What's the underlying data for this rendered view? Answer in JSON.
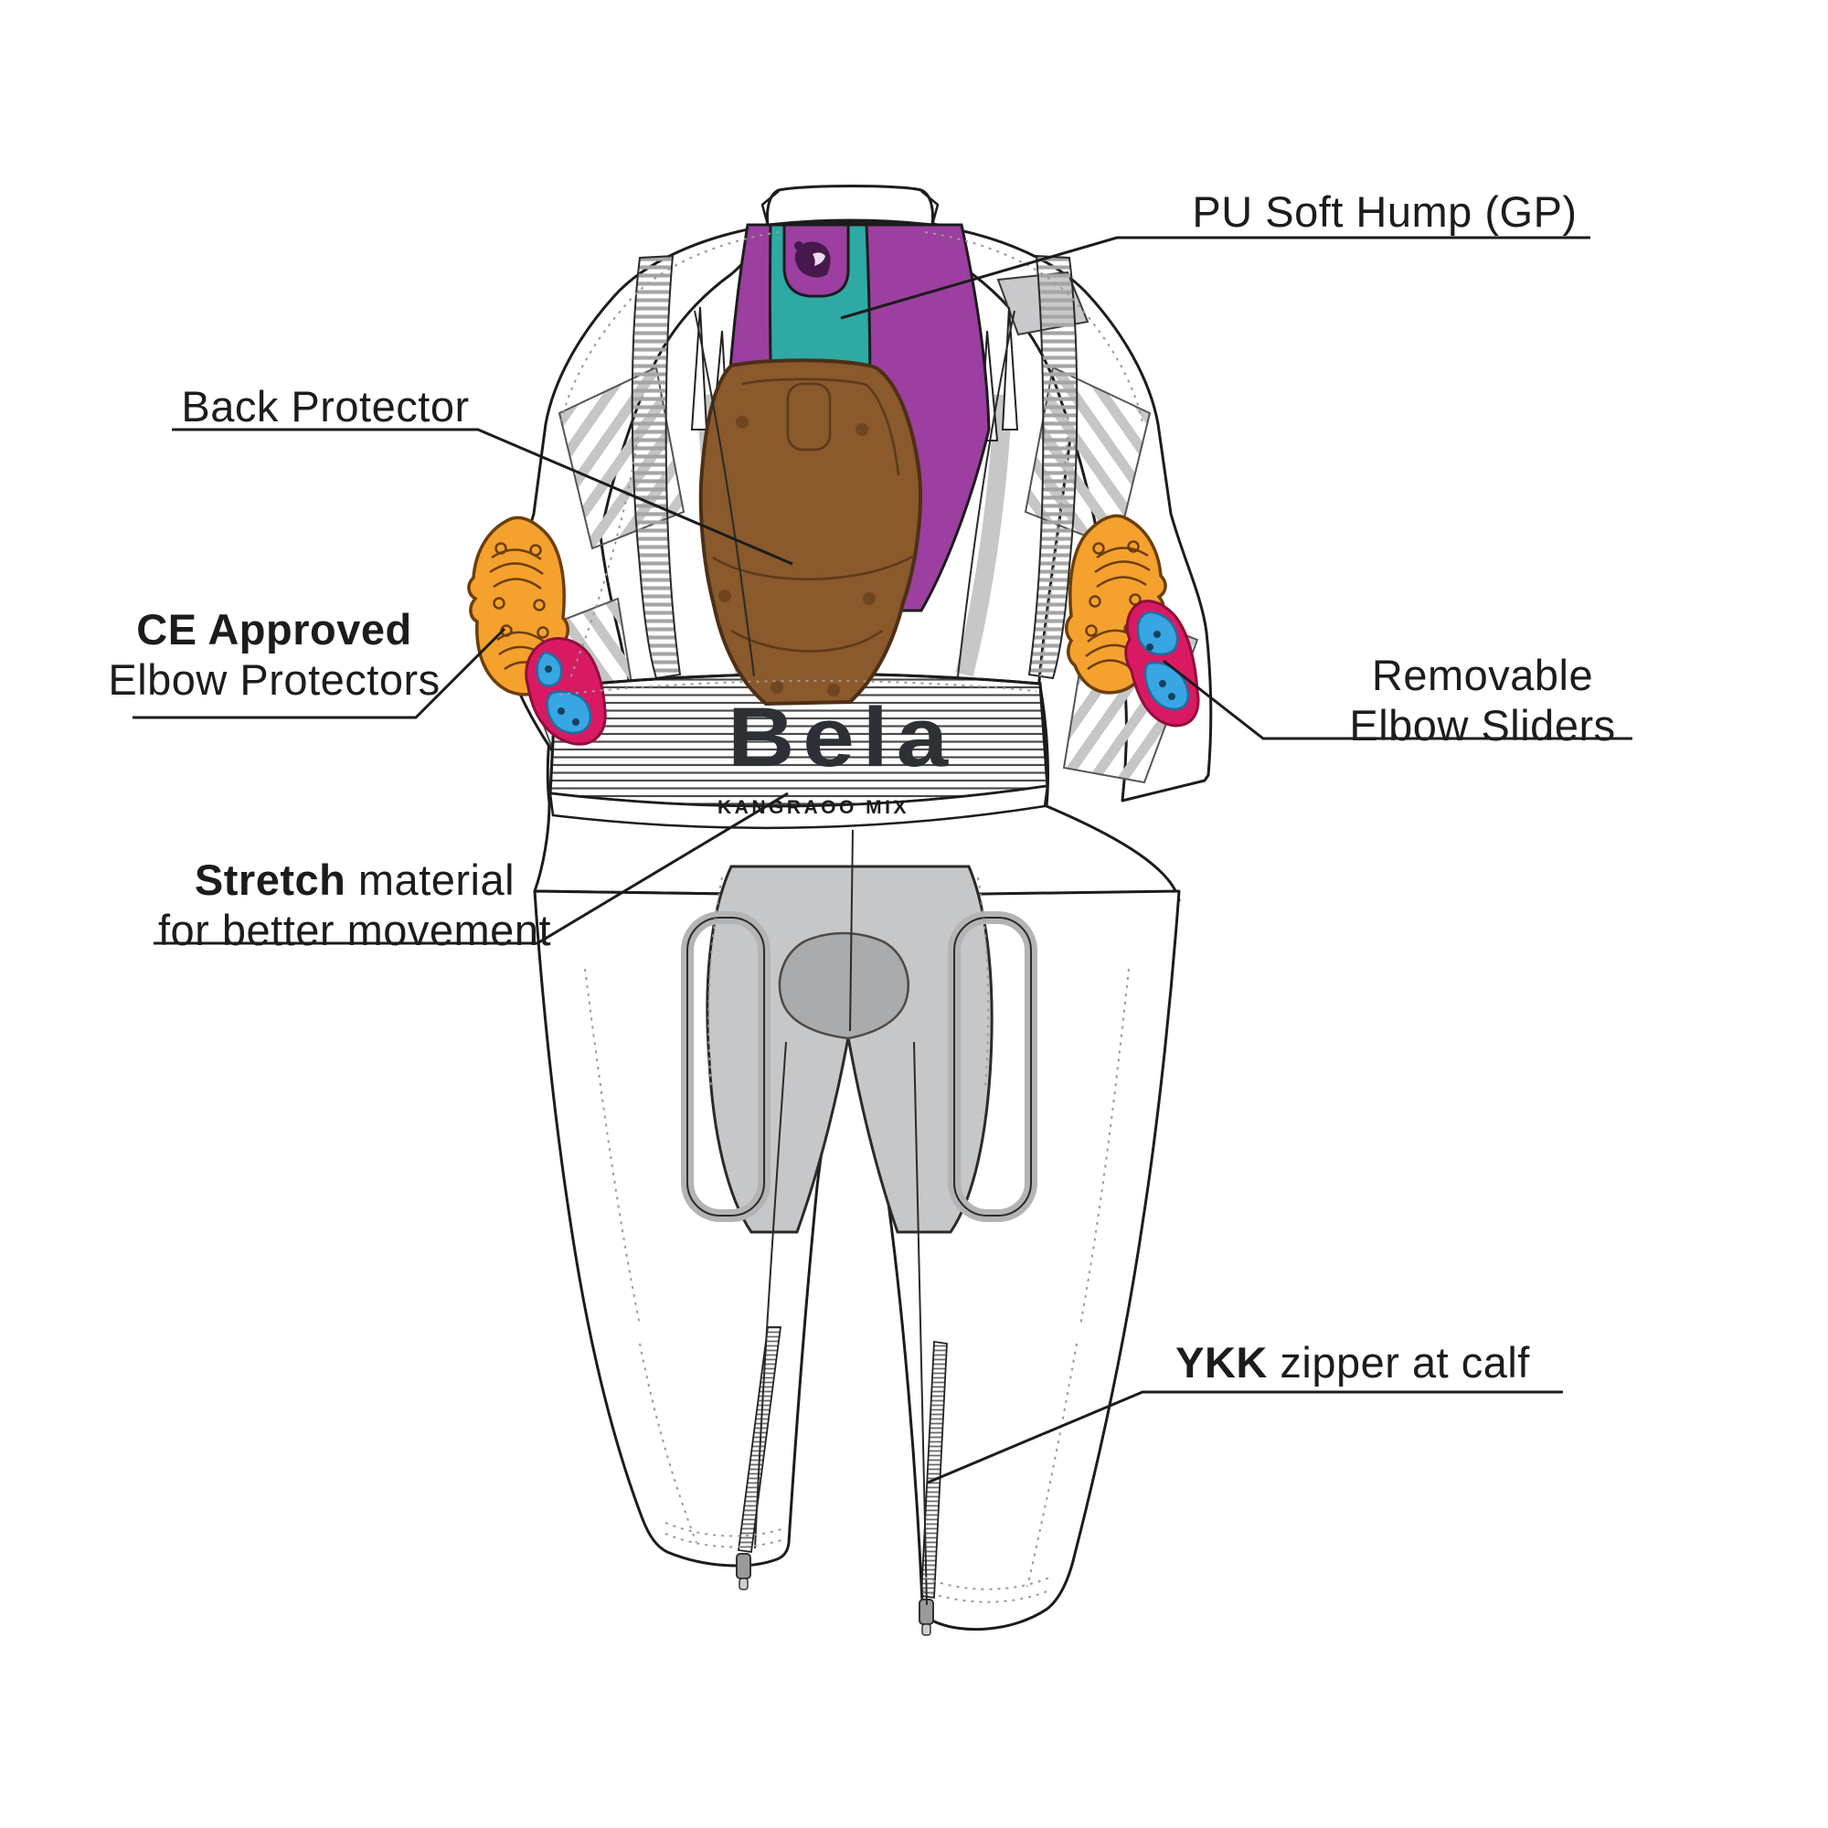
{
  "diagram": {
    "subject": "Motorcycle racing one-piece suit, back view, feature callout diagram"
  },
  "brand": {
    "logo_text": "Bela",
    "material_label": "KANGRAOO MIX",
    "bear_icon": "roaring-bear-logo"
  },
  "annotations": {
    "pu_hump": {
      "text": "PU Soft Hump (GP)"
    },
    "back_protector": {
      "text": "Back Protector"
    },
    "ce_elbow": {
      "bold": "CE Approved",
      "line2": "Elbow Protectors"
    },
    "removable_sliders": {
      "line1": "Removable",
      "line2": "Elbow Sliders"
    },
    "stretch": {
      "bold": "Stretch",
      "rest": " material",
      "line2": "for better movement"
    },
    "ykk": {
      "bold": "YKK",
      "rest": " zipper at calf"
    }
  },
  "colors": {
    "outline": "#1c1c1c",
    "hump_purple": "#9c3fa0",
    "hump_teal": "#2fa-placeholder",
    "hump_teal_hex": "#2ea9a4",
    "back_protector_brown": "#8a592c",
    "elbow_protector_orange": "#f5a12d",
    "slider_pink": "#d91a62",
    "slider_blue": "#38a6e3",
    "panel_gray": "#c9c9cb",
    "seat_gray": "#c6c7c9",
    "seat_patch_gray": "#a9abad"
  }
}
